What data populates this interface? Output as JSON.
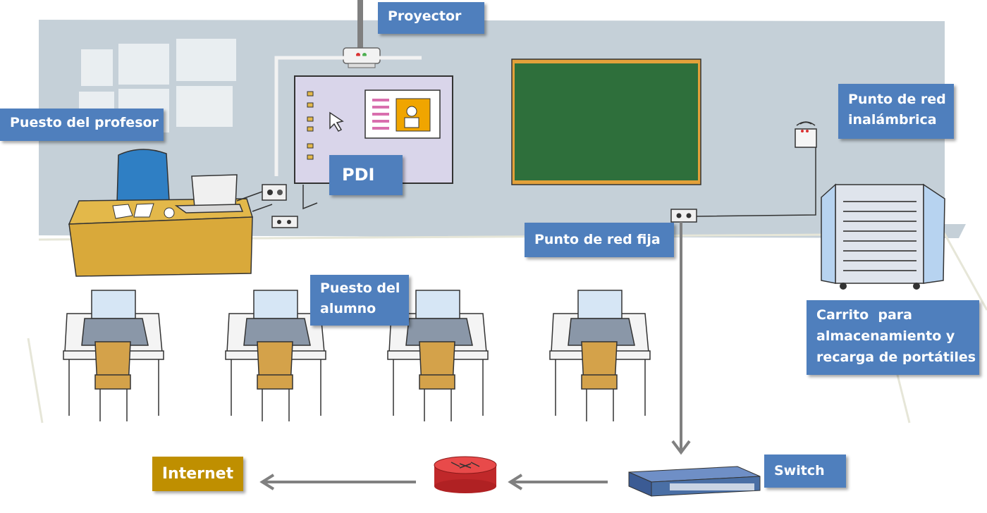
{
  "labels": {
    "proyector": "Proyector",
    "puesto_profesor": "Puesto del profesor",
    "pdi": "PDI",
    "punto_red_inalambrica": [
      "Punto de red",
      "inalámbrica"
    ],
    "punto_red_fija": "Punto de red fija",
    "puesto_alumno": [
      "Puesto del",
      "alumno"
    ],
    "carrito": [
      "Carrito  para",
      "almacenamiento y",
      "recarga de portátiles"
    ],
    "switch": "Switch",
    "internet": "Internet"
  },
  "colors": {
    "wall": "#c5d0d8",
    "label_blue": "#4f7fbd",
    "internet_gold": "#bf8f00",
    "chalkboard": "#2e6f3b",
    "desk_wood": "#e3b84a",
    "chair_blue": "#2f7fc4",
    "router_red": "#d93131",
    "switch_blue": "#4a6fa5",
    "arrow_gray": "#808080"
  },
  "icons": [
    "projector-icon",
    "interactive-whiteboard-icon",
    "chalkboard-icon",
    "wireless-access-point-icon",
    "laptop-cart-icon",
    "teacher-desk-icon",
    "student-desk-icon",
    "network-socket-icon",
    "switch-icon",
    "router-icon"
  ]
}
